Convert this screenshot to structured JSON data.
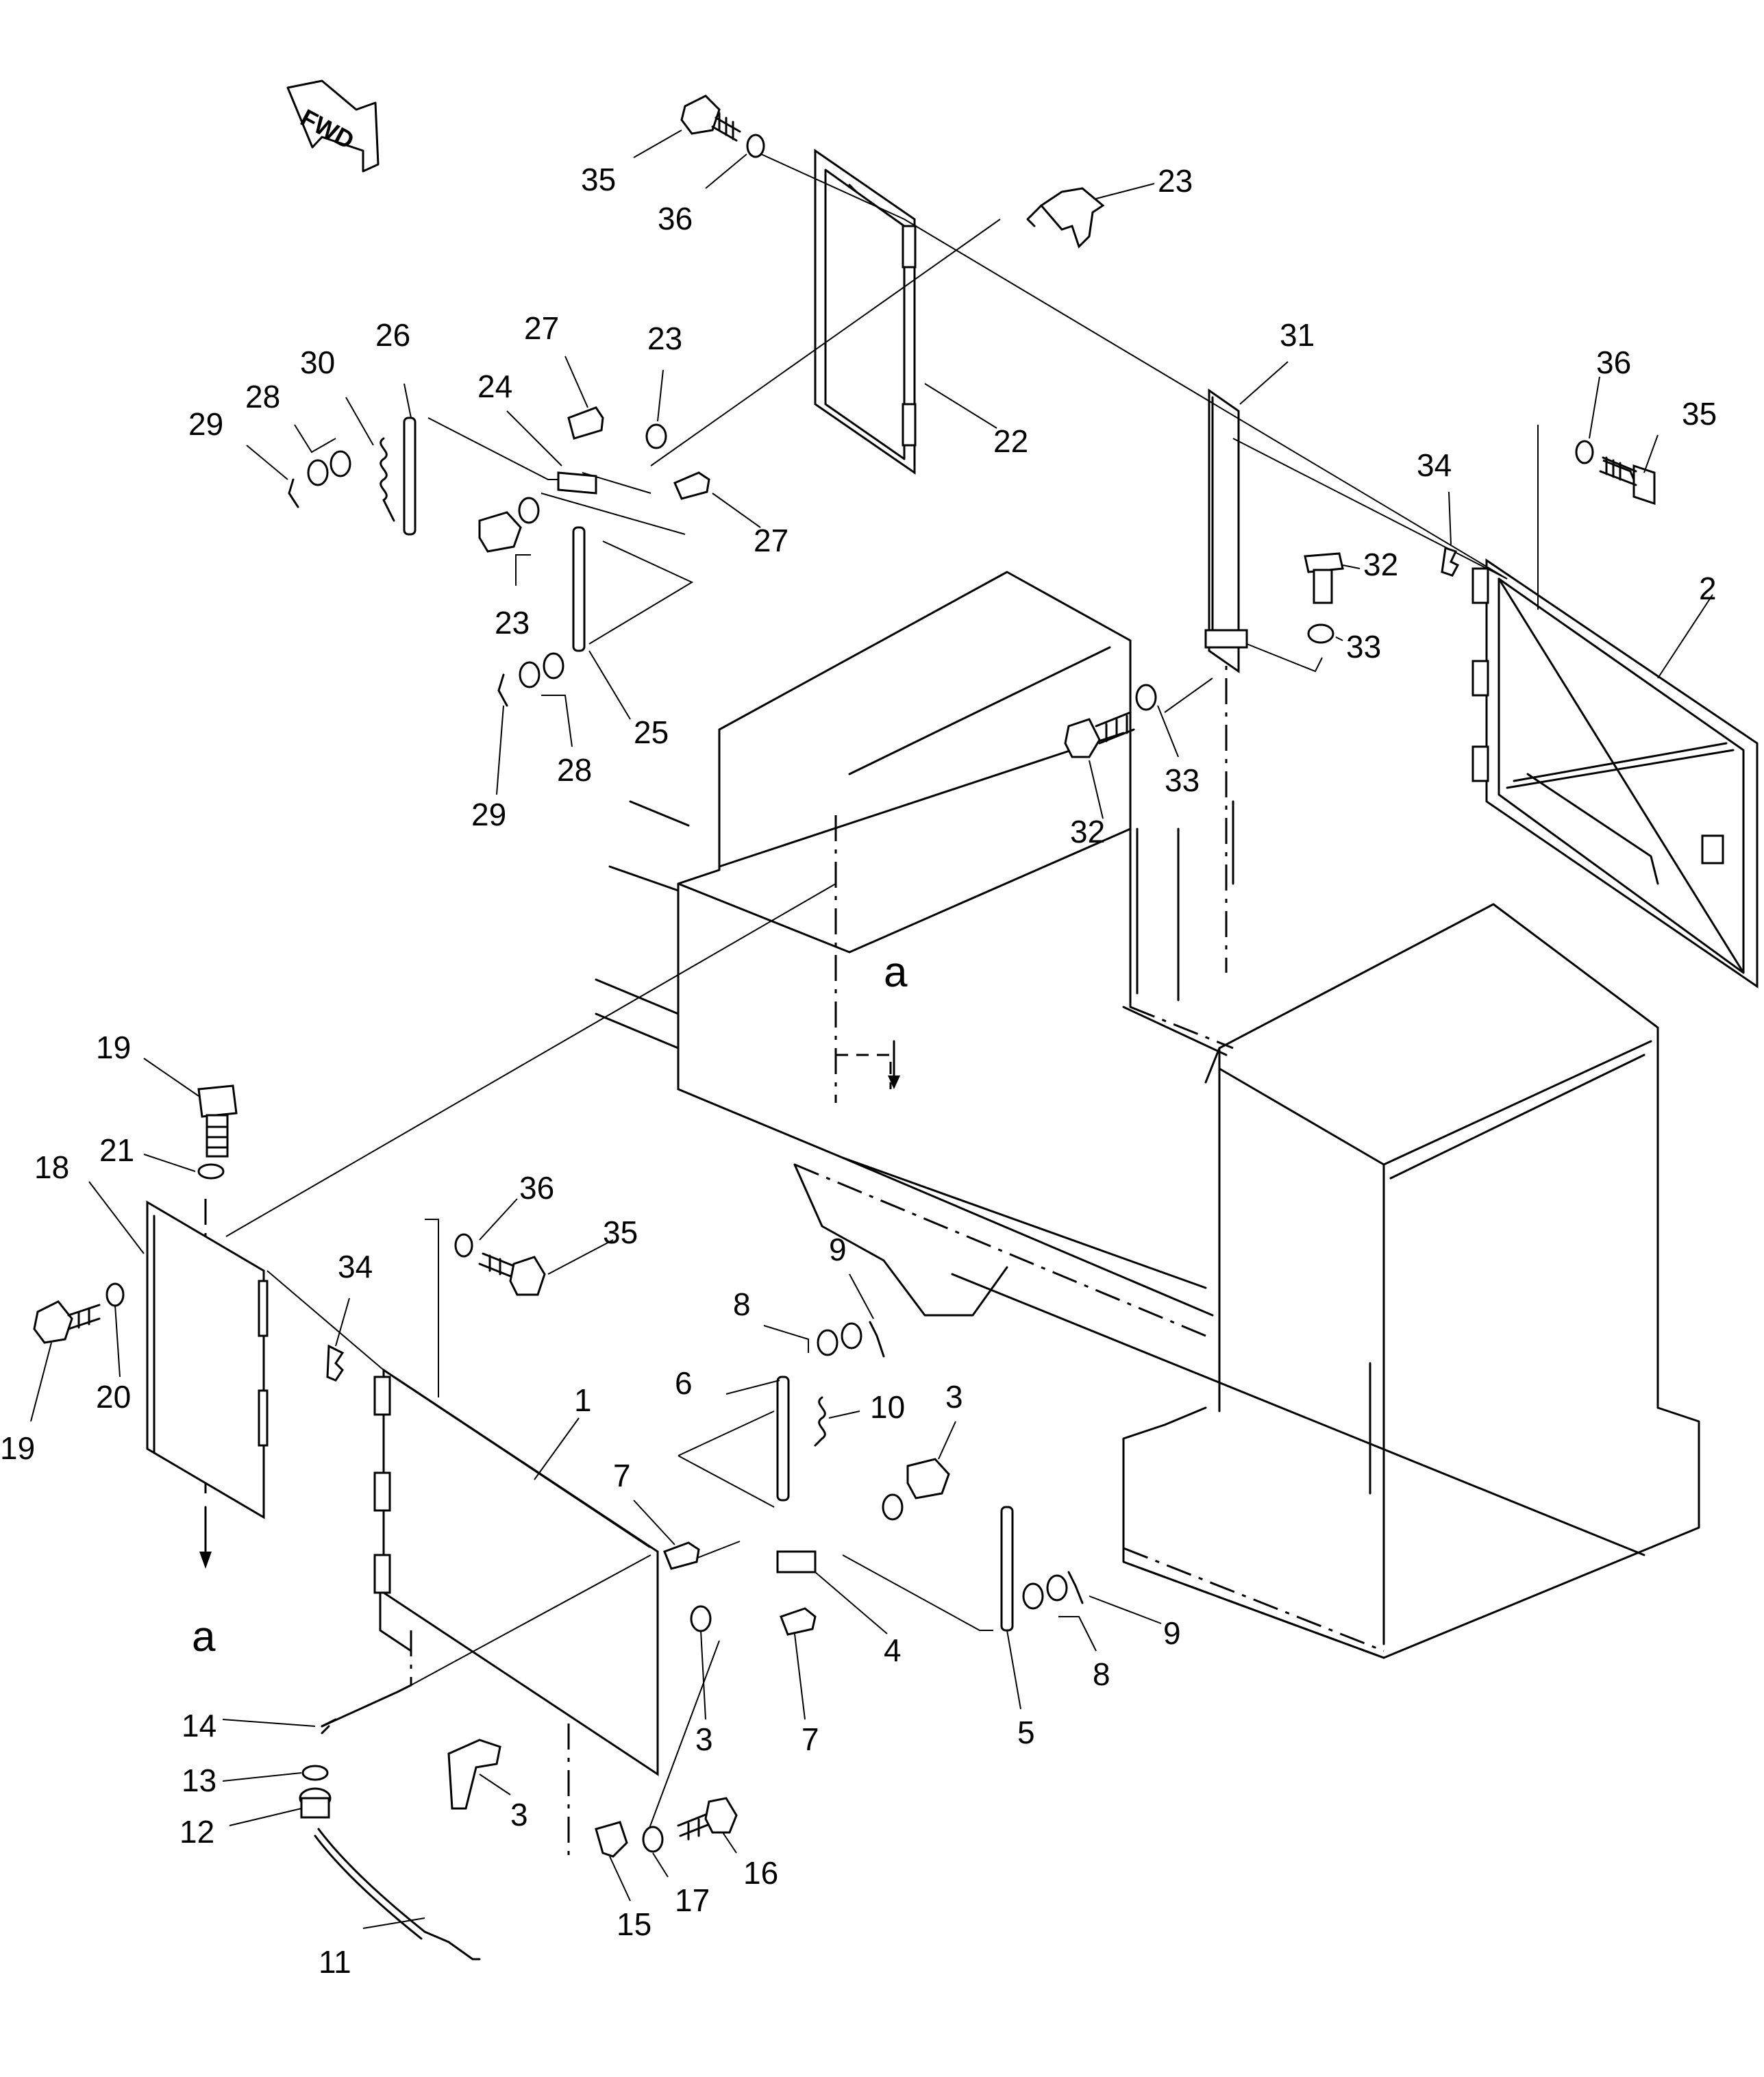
{
  "direction_badge": {
    "text": "FWD"
  },
  "section_marks": {
    "a_top": "a",
    "a_bottom": "a"
  },
  "callouts": [
    {
      "id": "c35a",
      "text": "35"
    },
    {
      "id": "c36a",
      "text": "36"
    },
    {
      "id": "c23a",
      "text": "23"
    },
    {
      "id": "c22",
      "text": "22"
    },
    {
      "id": "c26",
      "text": "26"
    },
    {
      "id": "c30",
      "text": "30"
    },
    {
      "id": "c28a",
      "text": "28"
    },
    {
      "id": "c29a",
      "text": "29"
    },
    {
      "id": "c24",
      "text": "24"
    },
    {
      "id": "c27a",
      "text": "27"
    },
    {
      "id": "c23b",
      "text": "23"
    },
    {
      "id": "c27b",
      "text": "27"
    },
    {
      "id": "c23c",
      "text": "23"
    },
    {
      "id": "c25",
      "text": "25"
    },
    {
      "id": "c29b",
      "text": "29"
    },
    {
      "id": "c28b",
      "text": "28"
    },
    {
      "id": "c31",
      "text": "31"
    },
    {
      "id": "c36b",
      "text": "36"
    },
    {
      "id": "c35b",
      "text": "35"
    },
    {
      "id": "c34a",
      "text": "34"
    },
    {
      "id": "c32a",
      "text": "32"
    },
    {
      "id": "c33a",
      "text": "33"
    },
    {
      "id": "c2",
      "text": "2"
    },
    {
      "id": "c33b",
      "text": "33"
    },
    {
      "id": "c32b",
      "text": "32"
    },
    {
      "id": "c19a",
      "text": "19"
    },
    {
      "id": "c21",
      "text": "21"
    },
    {
      "id": "c18",
      "text": "18"
    },
    {
      "id": "c19b",
      "text": "19"
    },
    {
      "id": "c20",
      "text": "20"
    },
    {
      "id": "c36c",
      "text": "36"
    },
    {
      "id": "c35c",
      "text": "35"
    },
    {
      "id": "c34b",
      "text": "34"
    },
    {
      "id": "c1",
      "text": "1"
    },
    {
      "id": "c9a",
      "text": "9"
    },
    {
      "id": "c8a",
      "text": "8"
    },
    {
      "id": "c6",
      "text": "6"
    },
    {
      "id": "c10",
      "text": "10"
    },
    {
      "id": "c3a",
      "text": "3"
    },
    {
      "id": "c7a",
      "text": "7"
    },
    {
      "id": "c4",
      "text": "4"
    },
    {
      "id": "c3b",
      "text": "3"
    },
    {
      "id": "c7b",
      "text": "7"
    },
    {
      "id": "c5",
      "text": "5"
    },
    {
      "id": "c9b",
      "text": "9"
    },
    {
      "id": "c8b",
      "text": "8"
    },
    {
      "id": "c14",
      "text": "14"
    },
    {
      "id": "c13",
      "text": "13"
    },
    {
      "id": "c12",
      "text": "12"
    },
    {
      "id": "c3c",
      "text": "3"
    },
    {
      "id": "c11",
      "text": "11"
    },
    {
      "id": "c15",
      "text": "15"
    },
    {
      "id": "c17",
      "text": "17"
    },
    {
      "id": "c16",
      "text": "16"
    }
  ]
}
